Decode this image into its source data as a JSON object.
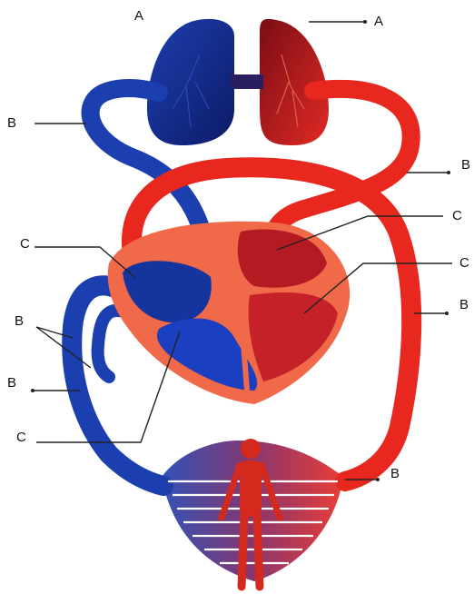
{
  "labels": {
    "a_left": "A",
    "a_right": "A",
    "b_upper_left": "B",
    "b_upper_right": "B",
    "b_middle_right": "B",
    "b_left_pair": "B",
    "b_lower_left": "B",
    "b_bottom_right": "B",
    "c_upper_left": "C",
    "c_upper_right": "C",
    "c_middle_right": "C",
    "c_lower_left": "C"
  },
  "colors": {
    "oxygenated": "#e8281f",
    "deoxygenated": "#1b3fae",
    "lung_left": "#1a2a8a",
    "lung_right": "#b8161c",
    "pericardium": "#f06a4a",
    "body_figure": "#d42a1e"
  }
}
